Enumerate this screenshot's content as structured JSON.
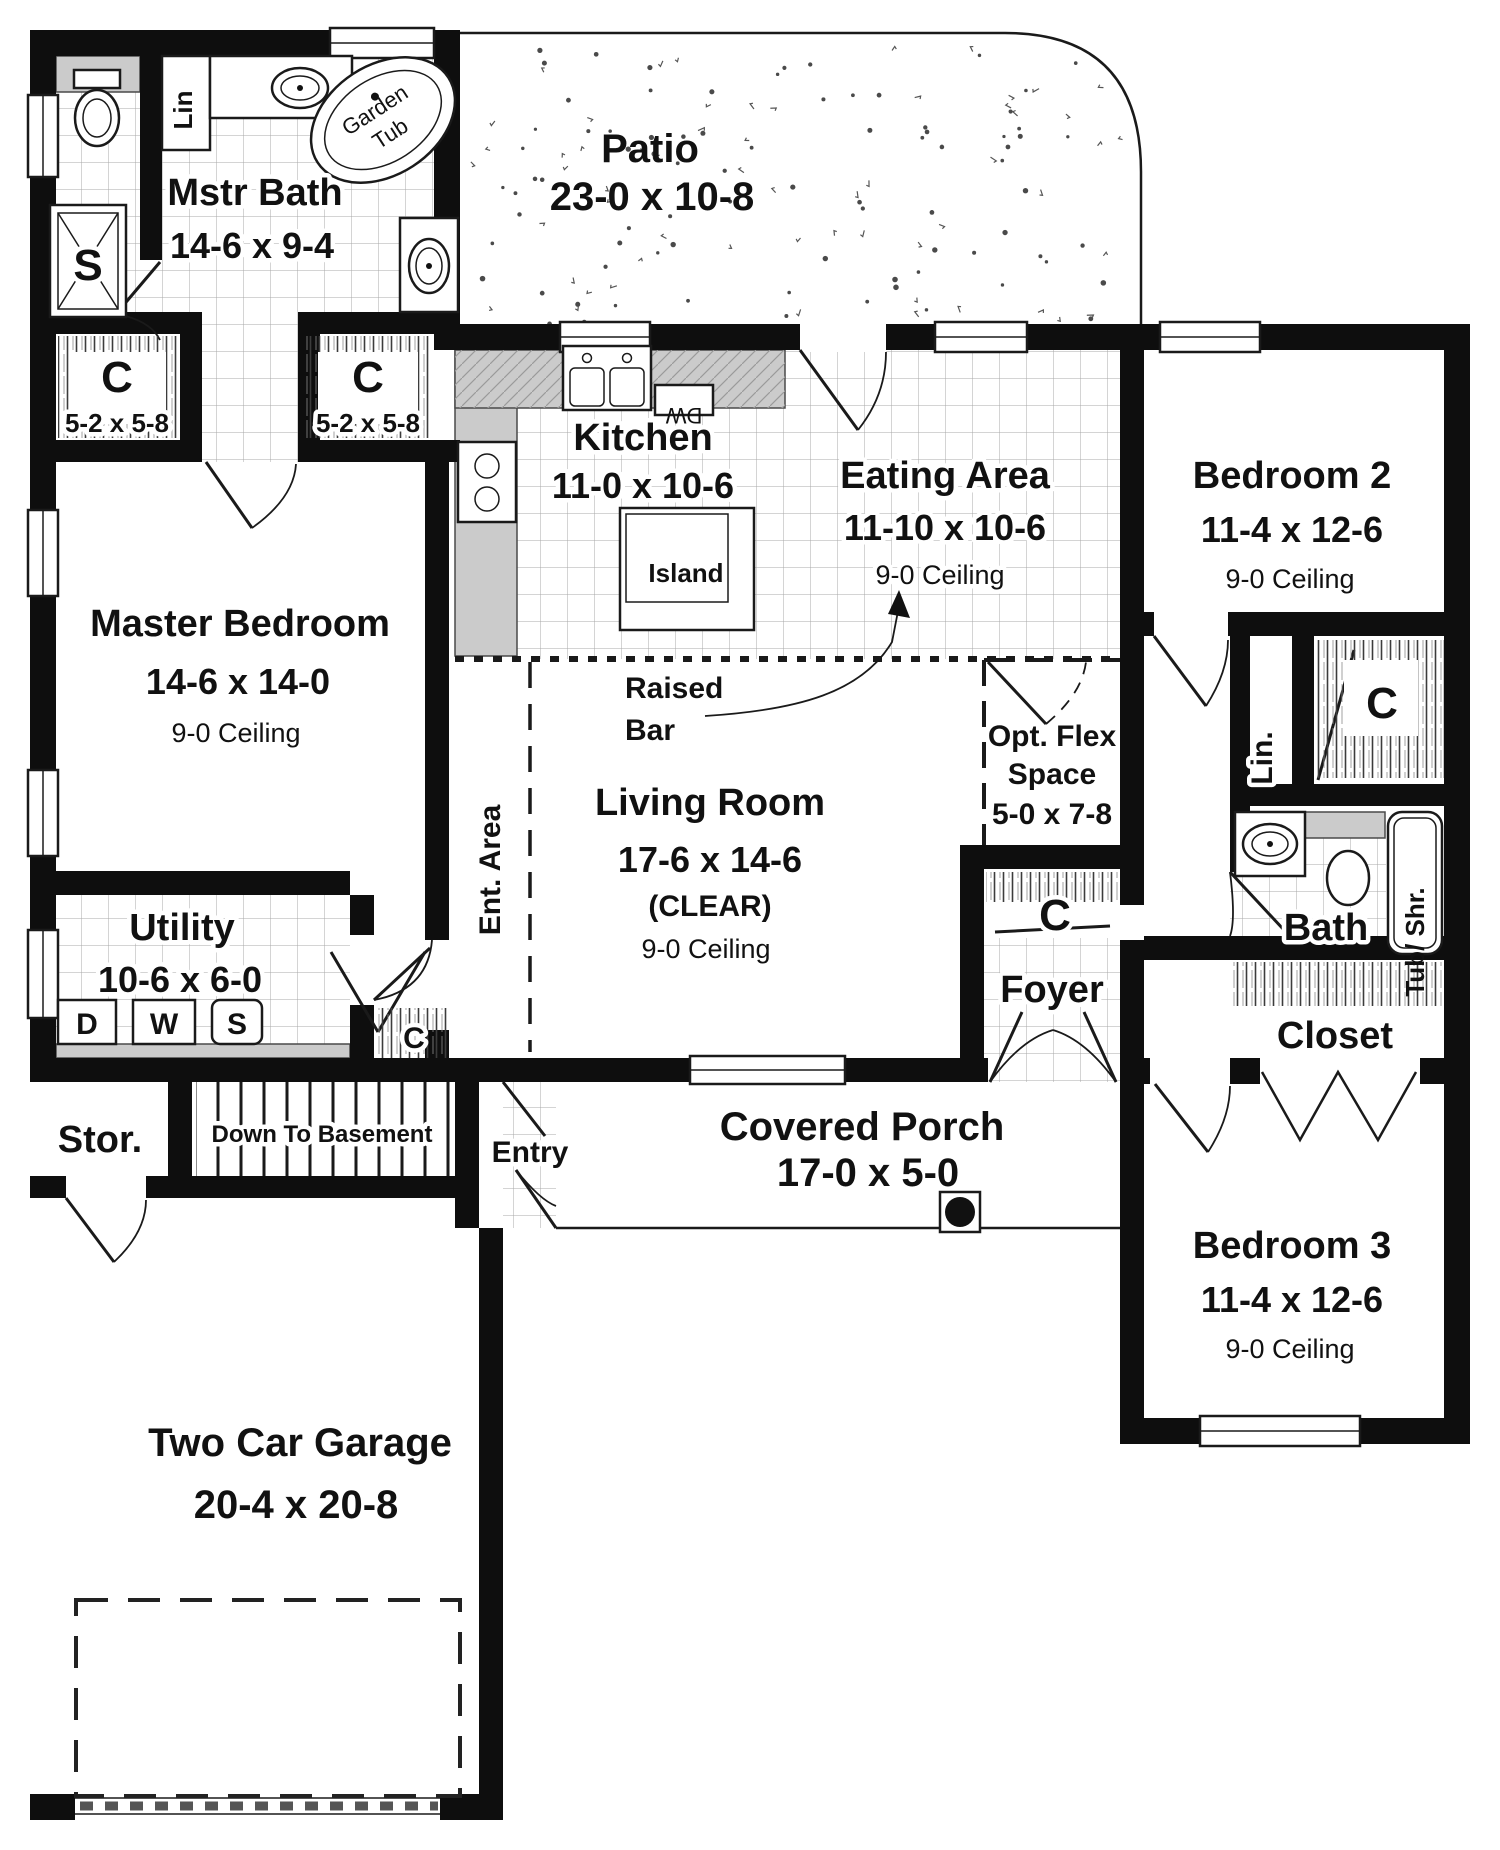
{
  "rooms": {
    "patio": {
      "name": "Patio",
      "dims": "23-0 x 10-8"
    },
    "mstr_bath": {
      "name": "Mstr Bath",
      "dims": "14-6 x 9-4"
    },
    "master_bedroom": {
      "name": "Master Bedroom",
      "dims": "14-6 x 14-0",
      "ceiling": "9-0 Ceiling"
    },
    "kitchen": {
      "name": "Kitchen",
      "dims": "11-0 x 10-6"
    },
    "eating_area": {
      "name": "Eating Area",
      "dims": "11-10 x 10-6",
      "ceiling": "9-0 Ceiling"
    },
    "bedroom2": {
      "name": "Bedroom 2",
      "dims": "11-4 x 12-6",
      "ceiling": "9-0 Ceiling"
    },
    "living_room": {
      "name": "Living Room",
      "dims": "17-6 x 14-6",
      "clear": "(CLEAR)",
      "ceiling": "9-0 Ceiling"
    },
    "flex_space": {
      "line1": "Opt. Flex",
      "line2": "Space",
      "dims": "5-0 x 7-8"
    },
    "utility": {
      "name": "Utility",
      "dims": "10-6 x 6-0"
    },
    "foyer": {
      "name": "Foyer"
    },
    "bath": {
      "name": "Bath"
    },
    "bedroom3": {
      "name": "Bedroom 3",
      "dims": "11-4 x 12-6",
      "ceiling": "9-0 Ceiling"
    },
    "garage": {
      "name": "Two Car Garage",
      "dims": "20-4 x 20-8"
    },
    "porch": {
      "name": "Covered Porch",
      "dims": "17-0 x 5-0"
    },
    "storage": {
      "name": "Stor."
    },
    "stairs": {
      "name": "Down To Basement"
    },
    "entry": {
      "name": "Entry"
    }
  },
  "closets": {
    "master_left": {
      "label": "C",
      "dims": "5-2 x 5-8"
    },
    "master_right": {
      "label": "C",
      "dims": "5-2 x 5-8"
    },
    "hall_c": {
      "label": "C"
    },
    "foyer_c": {
      "label": "C"
    },
    "utility_c": {
      "label": "C"
    },
    "bedroom3_closet": {
      "label": "Closet"
    },
    "linen_master": {
      "label": "Lin"
    },
    "linen_hall": {
      "label": "Lin."
    }
  },
  "fixtures": {
    "garden_tub_line1": "Garden",
    "garden_tub_line2": "Tub",
    "shower": "S",
    "dishwasher": "DW",
    "island": "Island",
    "raised_bar_line1": "Raised",
    "raised_bar_line2": "Bar",
    "ent_area": "Ent. Area",
    "tub_shower": "Tub/ Shr.",
    "dryer": "D",
    "washer": "W",
    "utility_sink": "S"
  },
  "colors": {
    "wall": "#0e0e0e",
    "counter": "#cbcbcb",
    "paper": "#ffffff",
    "line": "#1a1a1a"
  }
}
